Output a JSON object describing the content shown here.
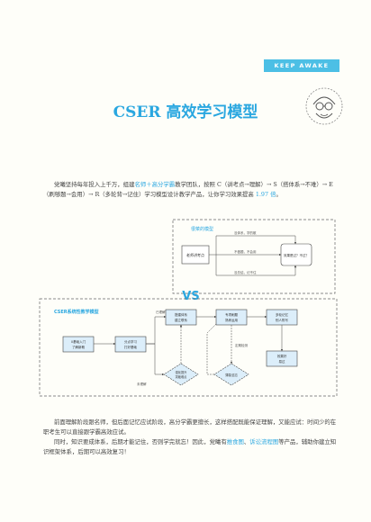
{
  "badge": "KEEP AWAKE",
  "title": "CSER 高效学习模型",
  "intro": {
    "t1": "党曦坚持每年投入上千万，组建",
    "h1": "名师＋高分学霸",
    "t2": "教学团队，按照 C（讲考点→理解）→ S（搭体系→不难）→ E（刷够题→会用）→ R（多轮背→记住）学习模型设计教学产品，让你学习效果提高 ",
    "h2": "1.97 倍",
    "t3": "。"
  },
  "diagram": {
    "vs": "VS",
    "old_model": {
      "title": "很菜的模型",
      "teacher": "老师讲考点",
      "result": "效果是过？不过？",
      "labels": [
        "没体系，学的散",
        "不做题，不会用",
        "没总结，记不住"
      ]
    },
    "new_model": {
      "title": "CSER系统性教学模型",
      "step1": [
        "0基础入门",
        "了解新概"
      ],
      "step2": [
        "分点学习",
        "打好基础"
      ],
      "step3": [
        "搭建体系",
        "建立联系"
      ],
      "step4": [
        "专项刷题",
        "熟练运用"
      ],
      "step5": [
        "多轮记忆",
        "别人陈写"
      ],
      "step6": [
        "效果好",
        "易过"
      ],
      "diamond1": [
        "强化提升",
        "突破难点"
      ],
      "diamond2": "薄弱/遗忘",
      "labels": {
        "understood": "已理解",
        "not_understood": "未理解",
        "check": "定期检测"
      }
    }
  },
  "outro1": "前面理解阶段跟名师，但后面记忆应试阶段，高分学霸更擅长，这样搭配既能保证理解，又能应试：时间少的在职考生可以直接跟学霸高效应试。",
  "outro2": {
    "t1": "同时，知识要成体系，后期才能记住，否则学完就忘！因此，党曦有",
    "h1": "推食图",
    "t2": "、",
    "h2": "诉讼流程图",
    "t3": "等产品，辅助你建立知识框架体系，后期可以高效复习！"
  }
}
